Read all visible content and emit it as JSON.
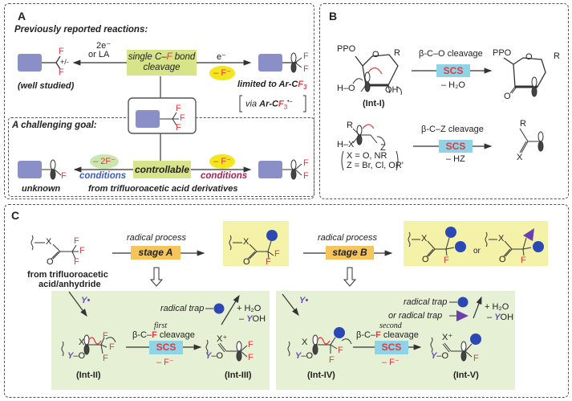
{
  "panelA": {
    "label": "A",
    "prev_heading": "Previously reported reactions:",
    "left_reagent_line1": "2e⁻",
    "left_reagent_line2": "or LA",
    "center_box_pre": "single C–",
    "center_box_f": "F",
    "center_box_post": " bond",
    "center_box_line2": "cleavage",
    "right_reagent": "e⁻",
    "loss_f": "– F⁻",
    "left_charge": "+/-",
    "well_studied": "(well studied)",
    "limited_pre": "limited to Ar-C",
    "limited_f": "F",
    "limited_sub": "3",
    "via_label": "via",
    "via_formula_pre": "Ar-C",
    "via_formula_f": "F",
    "via_sub": "3",
    "via_charge": "•–",
    "goal_heading": "A challenging goal:",
    "loss_2f": "– 2F⁻",
    "loss_f2": "– F⁻",
    "controllable": "controllable",
    "conditions_left": "conditions",
    "conditions_right": "conditions",
    "unknown": "unknown",
    "source": "from trifluoroacetic acid derivatives",
    "F": "F"
  },
  "panelB": {
    "label": "B",
    "ppo": "PPO",
    "r": "R",
    "o": "O",
    "h_o": "H–O",
    "oh": "OH",
    "int1": "(Int-I)",
    "co_cleavage": "β-C–O cleavage",
    "scs": "SCS",
    "minus_h2o": "– H₂O",
    "cz_cleavage": "β-C–Z cleavage",
    "minus_hz": "– HZ",
    "x_def": "X = O, NR",
    "z_def": "Z = Br, Cl, OR'",
    "h_x": "H–X",
    "z": "Z",
    "x": "X"
  },
  "panelC": {
    "label": "C",
    "radical_process_a": "radical process",
    "stage_a": "stage A",
    "radical_process_b": "radical process",
    "stage_b": "stage B",
    "source_line1": "from trifluoroacetic",
    "source_line2": "acid/anhydride",
    "or": "or",
    "x": "X",
    "o": "O",
    "F": "F",
    "y_radical": "Y•",
    "radical_trap": "radical trap",
    "or_radical_trap": "or  radical trap",
    "plus_h2o": "+ H₂O",
    "minus_yoh_pre": "– ",
    "minus_yoh_y": "Y",
    "minus_yoh_post": "OH",
    "first": "first",
    "second": "second",
    "cf_cleavage_pre": "β-C–",
    "cf_cleavage_f": "F",
    "cf_cleavage_post": " cleavage",
    "scs": "SCS",
    "minus_f": "– F⁻",
    "y_o": "Y–O",
    "x_plus": "X⁺",
    "int2": "(Int-II)",
    "int3": "(Int-III)",
    "int4": "(Int-IV)",
    "int5": "(Int-V)"
  },
  "colors": {
    "aryl_block": "#8b8fc7",
    "fluorine": "#e8383d",
    "yellow_box": "#d7e48a",
    "scs_box": "#8fd3e6",
    "stage_box": "#f5c45a",
    "green_panel": "#e6f0d4",
    "pale_yellow": "#f4f1a8",
    "blue_dot": "#2c48b5",
    "purple_triangle": "#6b3fb0",
    "loss_f_yellow": "#f2e61e",
    "loss_2f_green": "#c9e8b0"
  }
}
